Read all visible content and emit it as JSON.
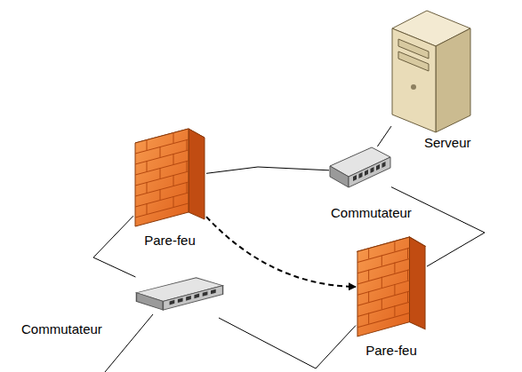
{
  "diagram": {
    "nodes": [
      {
        "text": [
          "Serveur"
        ]
      },
      {
        "text": [
          "Pare-feu"
        ]
      },
      {
        "text": [
          "Commutateur"
        ]
      },
      {
        "text": [
          "Pare-feu"
        ]
      },
      {
        "text": [
          "Commutateur"
        ]
      }
    ],
    "edges": [
      {
        "from": 1,
        "to": 2,
        "arrow": "none"
      },
      {
        "from": 2,
        "to": 3,
        "arrow": "none"
      },
      {
        "from": 3,
        "to": 4,
        "arrow": "none"
      },
      {
        "from": 4,
        "to": 1,
        "arrow": "none"
      },
      {
        "from": 0,
        "to": 2,
        "arrow": "none"
      },
      {
        "from": 1,
        "to": 3,
        "arrow": "to"
      }
    ]
  }
}
